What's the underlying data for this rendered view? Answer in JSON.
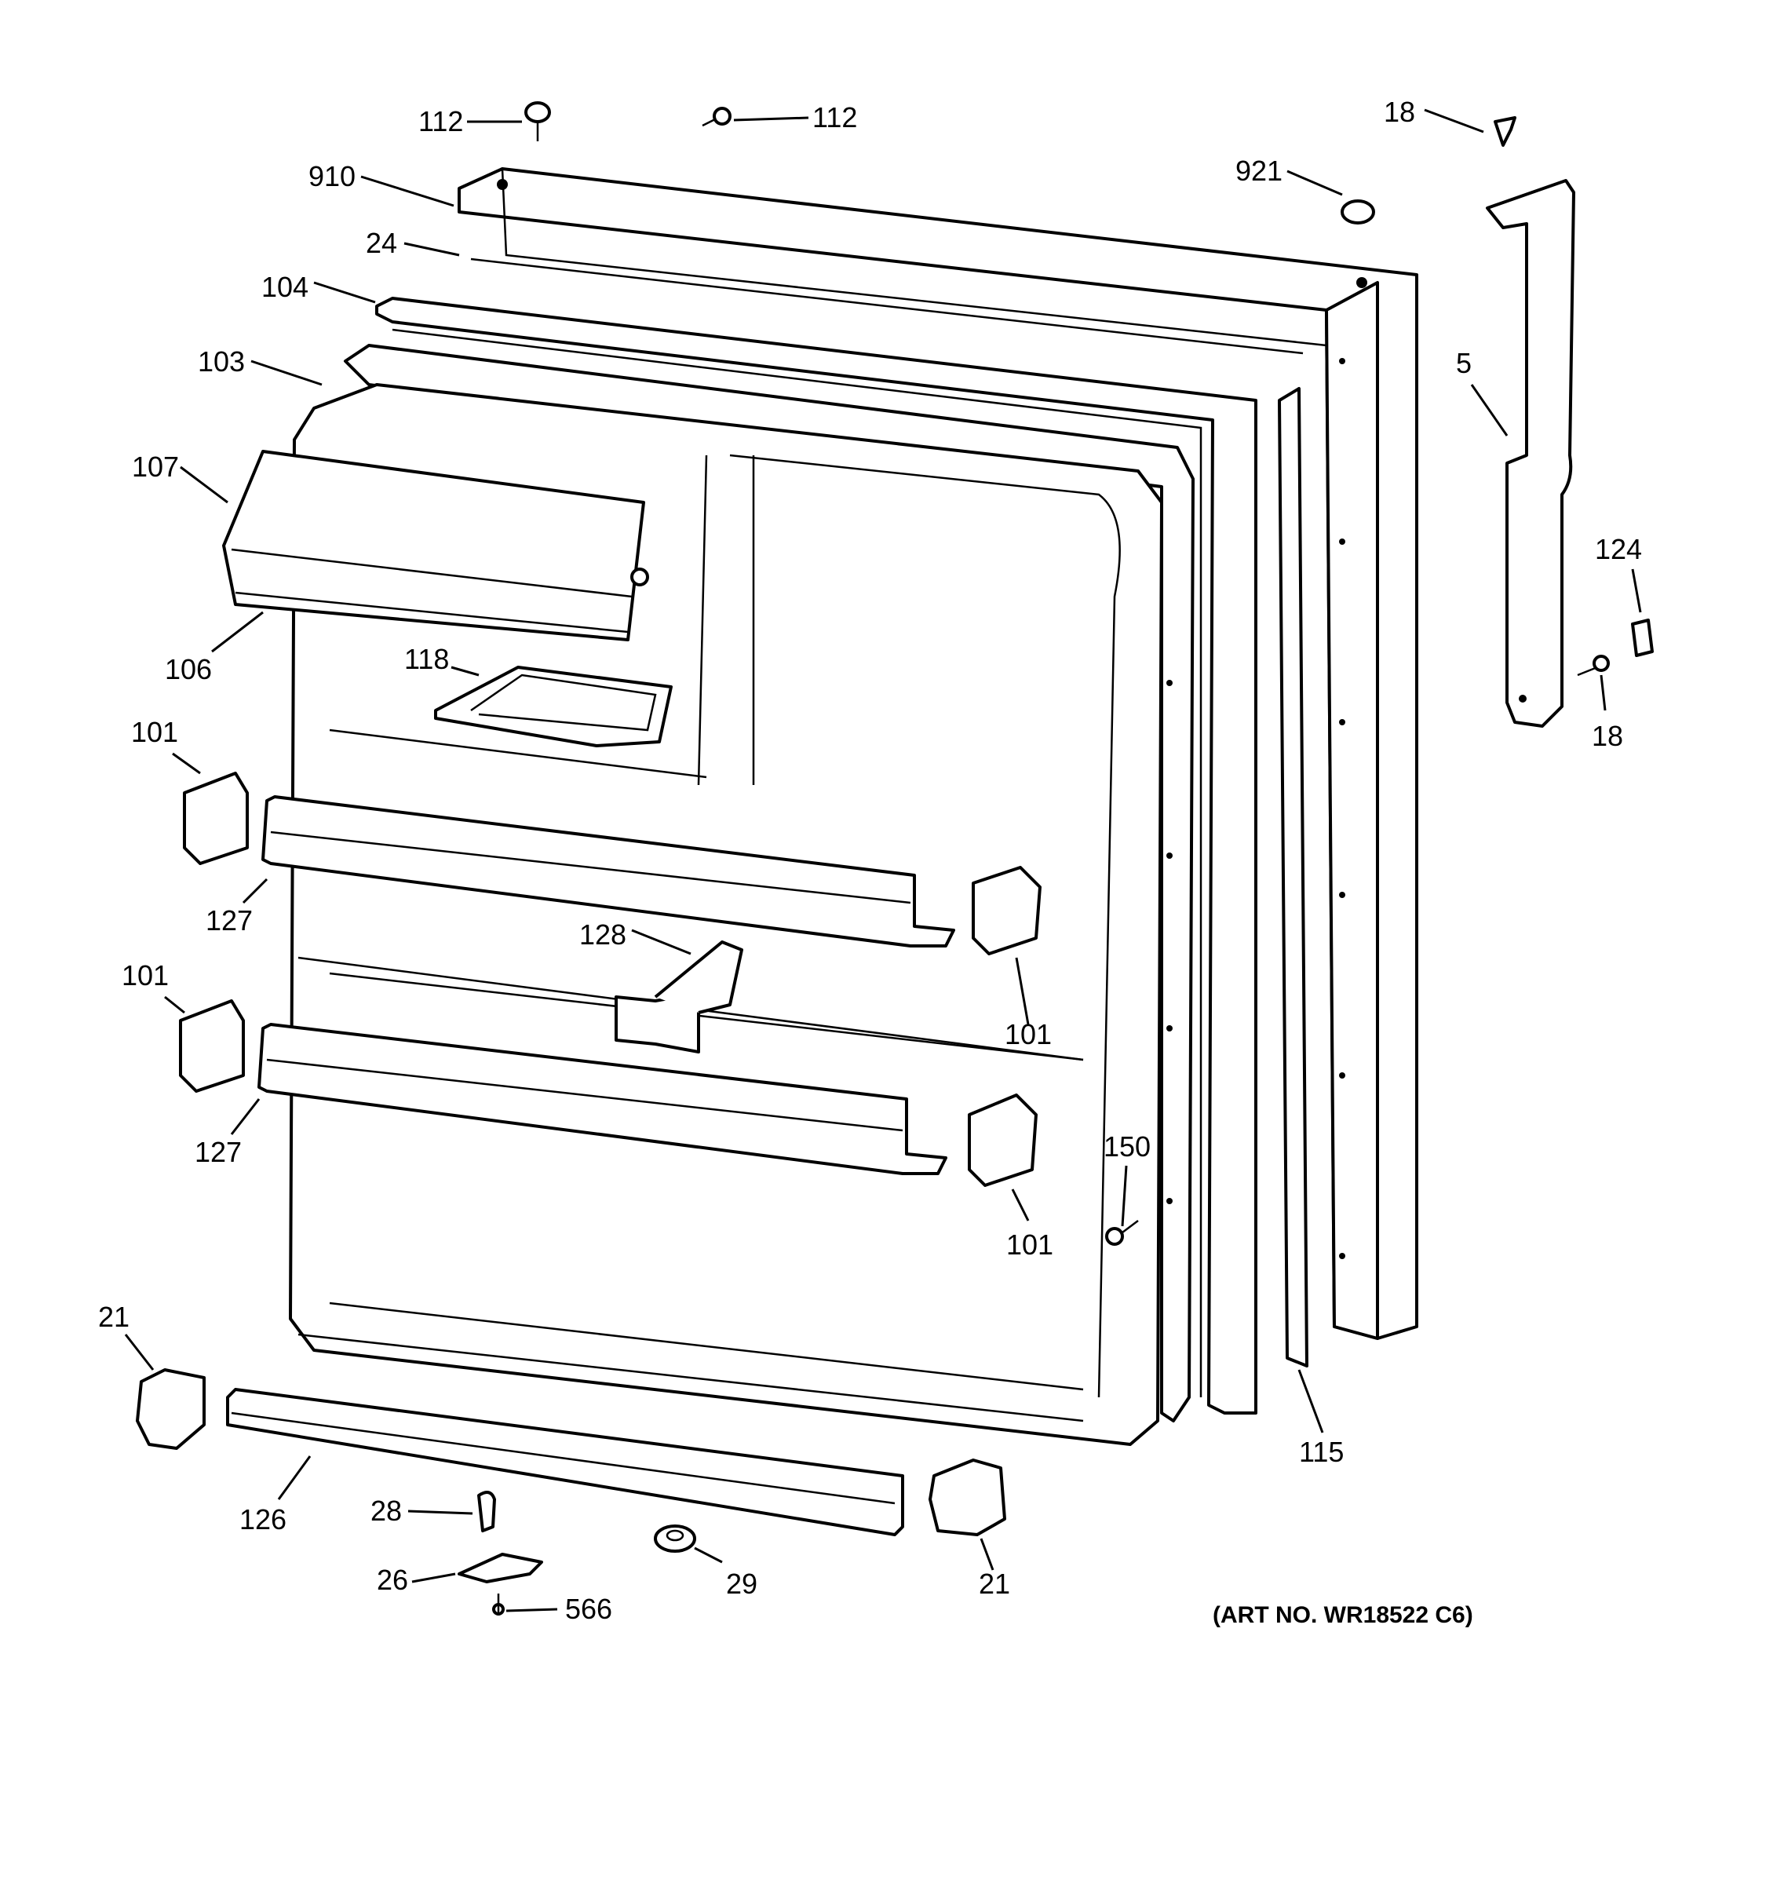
{
  "diagram": {
    "art_number": "(ART NO. WR18522 C6)",
    "callouts": {
      "c112a": "112",
      "c112b": "112",
      "c18a": "18",
      "c910": "910",
      "c921": "921",
      "c24": "24",
      "c104": "104",
      "c103": "103",
      "c5": "5",
      "c107": "107",
      "c124": "124",
      "c106": "106",
      "c118": "118",
      "c18b": "18",
      "c101a": "101",
      "c127a": "127",
      "c128": "128",
      "c101b": "101",
      "c101c": "101",
      "c101d": "101",
      "c127b": "127",
      "c150": "150",
      "c21a": "21",
      "c115": "115",
      "c126": "126",
      "c28": "28",
      "c21b": "21",
      "c26": "26",
      "c29": "29",
      "c566": "566"
    }
  }
}
